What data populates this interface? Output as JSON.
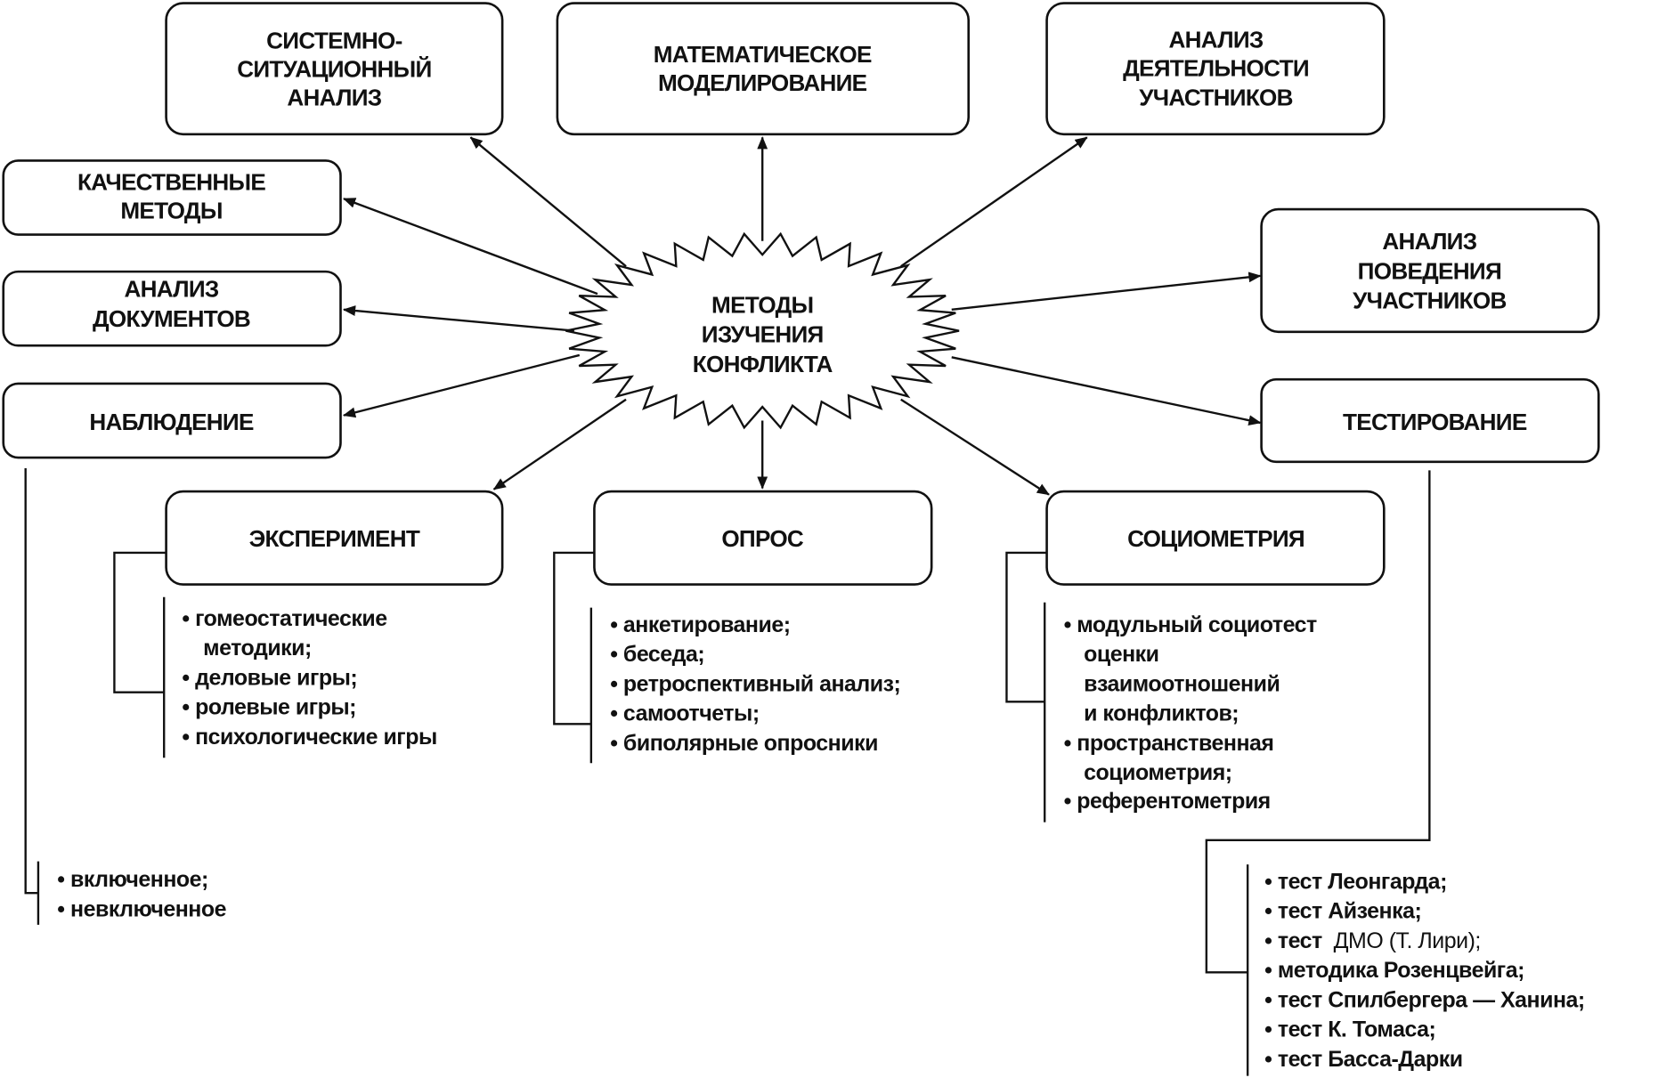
{
  "center": {
    "lines": [
      "МЕТОДЫ",
      "ИЗУЧЕНИЯ",
      "КОНФЛИКТА"
    ]
  },
  "nodes": {
    "system": {
      "lines": [
        "СИСТЕМНО-",
        "СИТУАЦИОННЫЙ",
        "АНАЛИЗ"
      ]
    },
    "math": {
      "lines": [
        "МАТЕМАТИЧЕСКОЕ",
        "МОДЕЛИРОВАНИЕ"
      ]
    },
    "activity": {
      "lines": [
        "АНАЛИЗ",
        "ДЕЯТЕЛЬНОСТИ",
        "УЧАСТНИКОВ"
      ]
    },
    "qualitative": {
      "lines": [
        "КАЧЕСТВЕННЫЕ",
        "МЕТОДЫ"
      ]
    },
    "documents": {
      "lines": [
        "АНАЛИЗ",
        "ДОКУМЕНТОВ"
      ]
    },
    "observation": {
      "lines": [
        "НАБЛЮДЕНИЕ"
      ],
      "items": [
        "включенное;",
        "невключенное"
      ]
    },
    "behavior": {
      "lines": [
        "АНАЛИЗ",
        "ПОВЕДЕНИЯ",
        "УЧАСТНИКОВ"
      ]
    },
    "testing": {
      "lines": [
        "ТЕСТИРОВАНИЕ"
      ],
      "items": [
        "тест Леонгарда;",
        "тест Айзенка;",
        "тест ",
        "методика Розенцвейга;",
        "тест Спилбергера — Ханина;",
        "тест К. Томаса;",
        "тест Басса-Дарки"
      ],
      "item3_suffix": " ДМО (Т. Лири);"
    },
    "experiment": {
      "lines": [
        "ЭКСПЕРИМЕНТ"
      ],
      "items": [
        "гомеостатические",
        "методики;",
        "деловые игры;",
        "ролевые игры;",
        "психологические игры"
      ]
    },
    "survey": {
      "lines": [
        "ОПРОС"
      ],
      "items": [
        "анкетирование;",
        "беседа;",
        "ретроспективный анализ;",
        "самоотчеты;",
        "биполярные опросники"
      ]
    },
    "sociometry": {
      "lines": [
        "СОЦИОМЕТРИЯ"
      ],
      "items": [
        "модульный социотест",
        "оценки",
        "взаимоотношений",
        "и конфликтов;",
        "пространственная",
        "социометрия;",
        "референтометрия"
      ]
    }
  }
}
